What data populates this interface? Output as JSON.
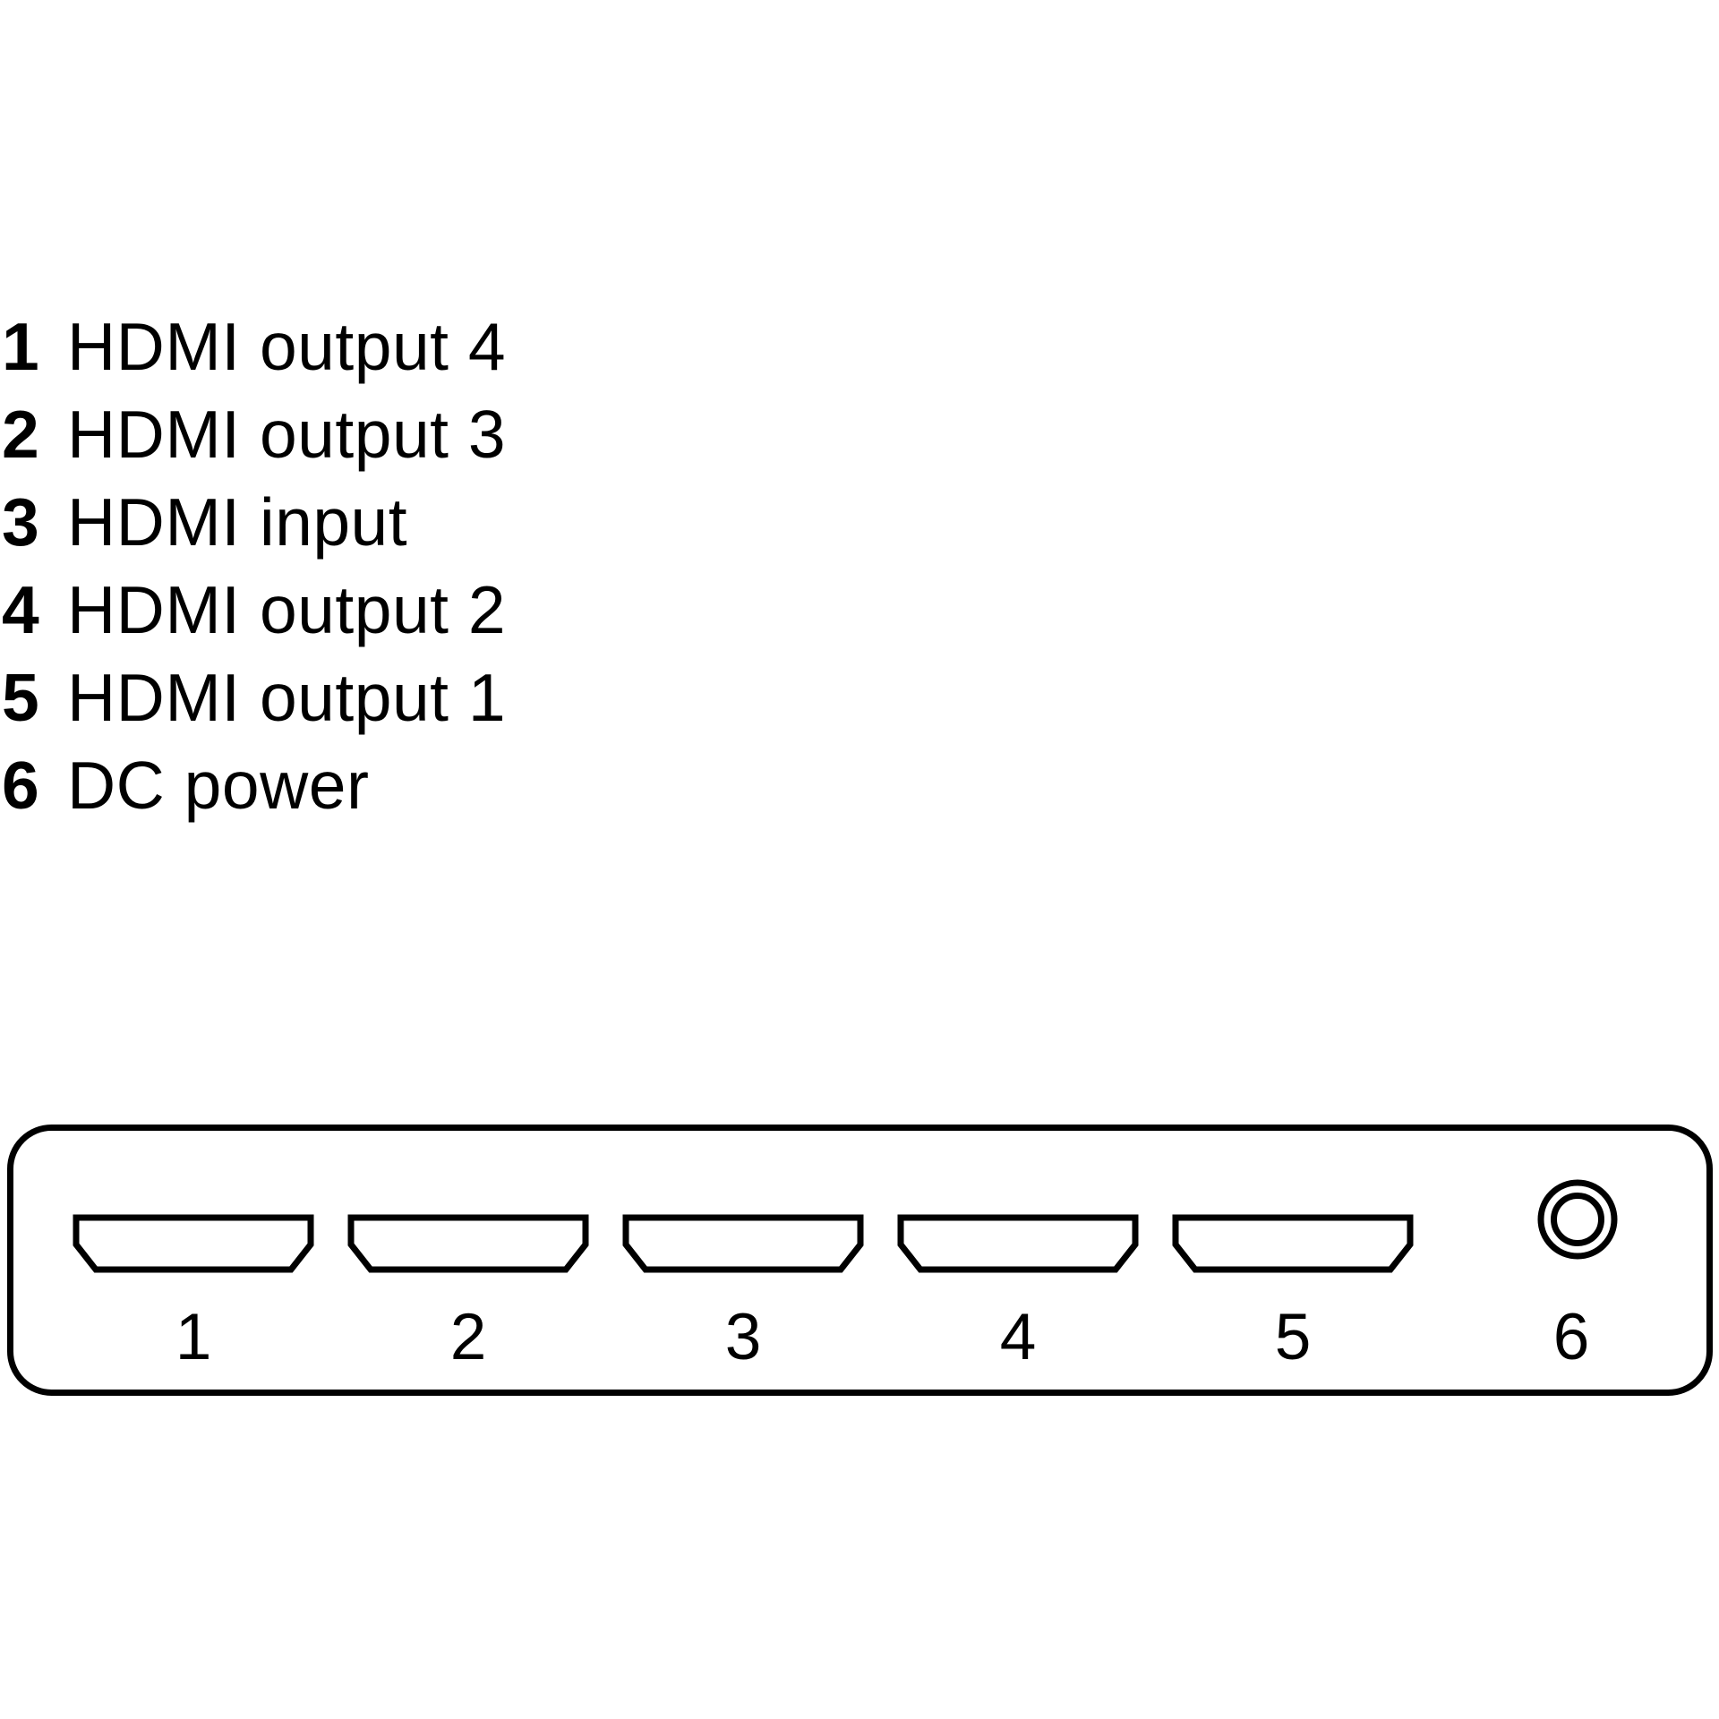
{
  "legend": {
    "items": [
      {
        "number": "1",
        "label": "HDMI output 4"
      },
      {
        "number": "2",
        "label": "HDMI output 3"
      },
      {
        "number": "3",
        "label": "HDMI input"
      },
      {
        "number": "4",
        "label": "HDMI output 2"
      },
      {
        "number": "5",
        "label": "HDMI output 1"
      },
      {
        "number": "6",
        "label": "DC power"
      }
    ]
  },
  "panel": {
    "ports": [
      {
        "number": "1",
        "type": "hdmi-port"
      },
      {
        "number": "2",
        "type": "hdmi-port"
      },
      {
        "number": "3",
        "type": "hdmi-port"
      },
      {
        "number": "4",
        "type": "hdmi-port"
      },
      {
        "number": "5",
        "type": "hdmi-port"
      }
    ],
    "power": {
      "number": "6",
      "type": "dc-power-jack"
    }
  },
  "colors": {
    "line": "#000000",
    "background": "#ffffff"
  }
}
